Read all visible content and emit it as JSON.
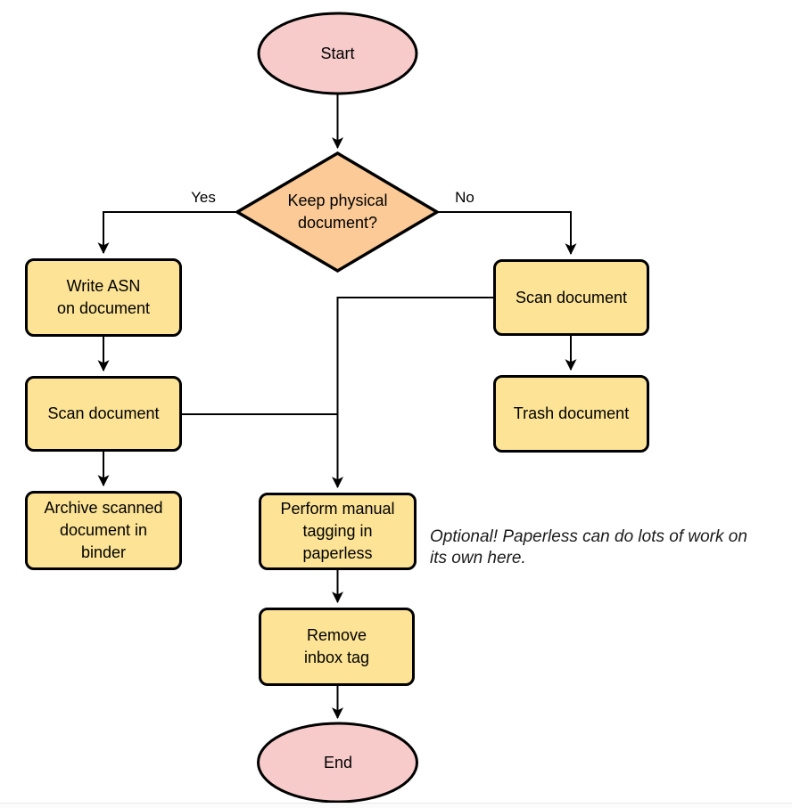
{
  "diagram": {
    "type": "flowchart",
    "nodes": {
      "start": {
        "id": "start",
        "shape": "terminal",
        "label": "Start"
      },
      "decision": {
        "id": "decision",
        "shape": "diamond",
        "label": "Keep physical\ndocument?"
      },
      "write_asn": {
        "id": "write_asn",
        "shape": "process",
        "label": "Write ASN\non document"
      },
      "scan_left": {
        "id": "scan_left",
        "shape": "process",
        "label": "Scan document"
      },
      "archive": {
        "id": "archive",
        "shape": "process",
        "label": "Archive scanned\ndocument in\nbinder"
      },
      "scan_right": {
        "id": "scan_right",
        "shape": "process",
        "label": "Scan document"
      },
      "trash": {
        "id": "trash",
        "shape": "process",
        "label": "Trash document"
      },
      "tagging": {
        "id": "tagging",
        "shape": "process",
        "label": "Perform manual\ntagging in\npaperless"
      },
      "remove_inbox": {
        "id": "remove_inbox",
        "shape": "process",
        "label": "Remove\ninbox tag"
      },
      "end": {
        "id": "end",
        "shape": "terminal",
        "label": "End"
      }
    },
    "edges": [
      {
        "from": "start",
        "to": "decision",
        "label": ""
      },
      {
        "from": "decision",
        "to": "write_asn",
        "label": "Yes"
      },
      {
        "from": "decision",
        "to": "scan_right",
        "label": "No"
      },
      {
        "from": "write_asn",
        "to": "scan_left",
        "label": ""
      },
      {
        "from": "scan_left",
        "to": "archive",
        "label": ""
      },
      {
        "from": "scan_left",
        "to": "tagging",
        "label": ""
      },
      {
        "from": "scan_right",
        "to": "trash",
        "label": ""
      },
      {
        "from": "scan_right",
        "to": "tagging",
        "label": ""
      },
      {
        "from": "tagging",
        "to": "remove_inbox",
        "label": ""
      },
      {
        "from": "remove_inbox",
        "to": "end",
        "label": ""
      }
    ],
    "note": "Optional! Paperless can do lots of work on\nits own here.",
    "colors": {
      "terminal_fill": "#f8cbcb",
      "decision_fill": "#fbca97",
      "process_fill": "#fce395",
      "stroke": "#000000",
      "note_color": "#1a1a1a",
      "bottom_rule": "#e9e9e9"
    }
  }
}
